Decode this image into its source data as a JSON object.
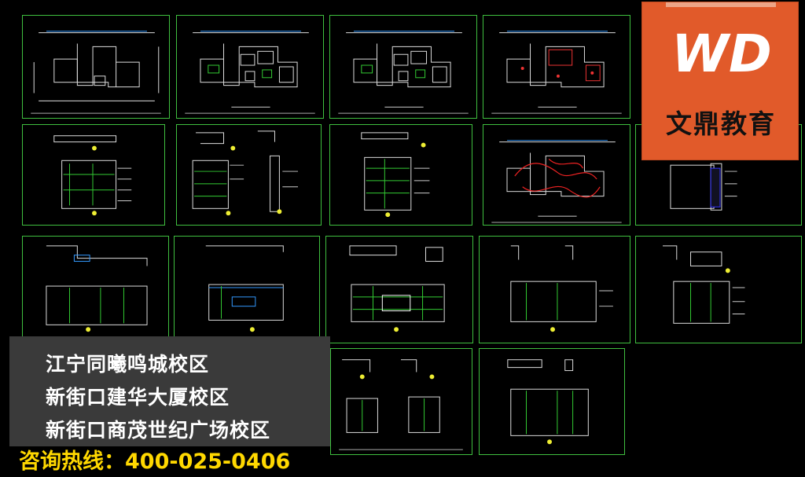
{
  "logo": {
    "mark": "WD",
    "name": "文鼎教育",
    "colors": {
      "background": "#e15a2a",
      "text": "#111111",
      "mark": "#ffffff"
    }
  },
  "campuses": [
    "江宁同曦鸣城校区",
    "新街口建华大厦校区",
    "新街口商茂世纪广场校区"
  ],
  "hotline": "咨询热线：400-025-0406",
  "colors": {
    "sheet_border": "#3fbf3f",
    "panel_bg": "#3a3a3a",
    "hotline_text": "#ffd800"
  }
}
